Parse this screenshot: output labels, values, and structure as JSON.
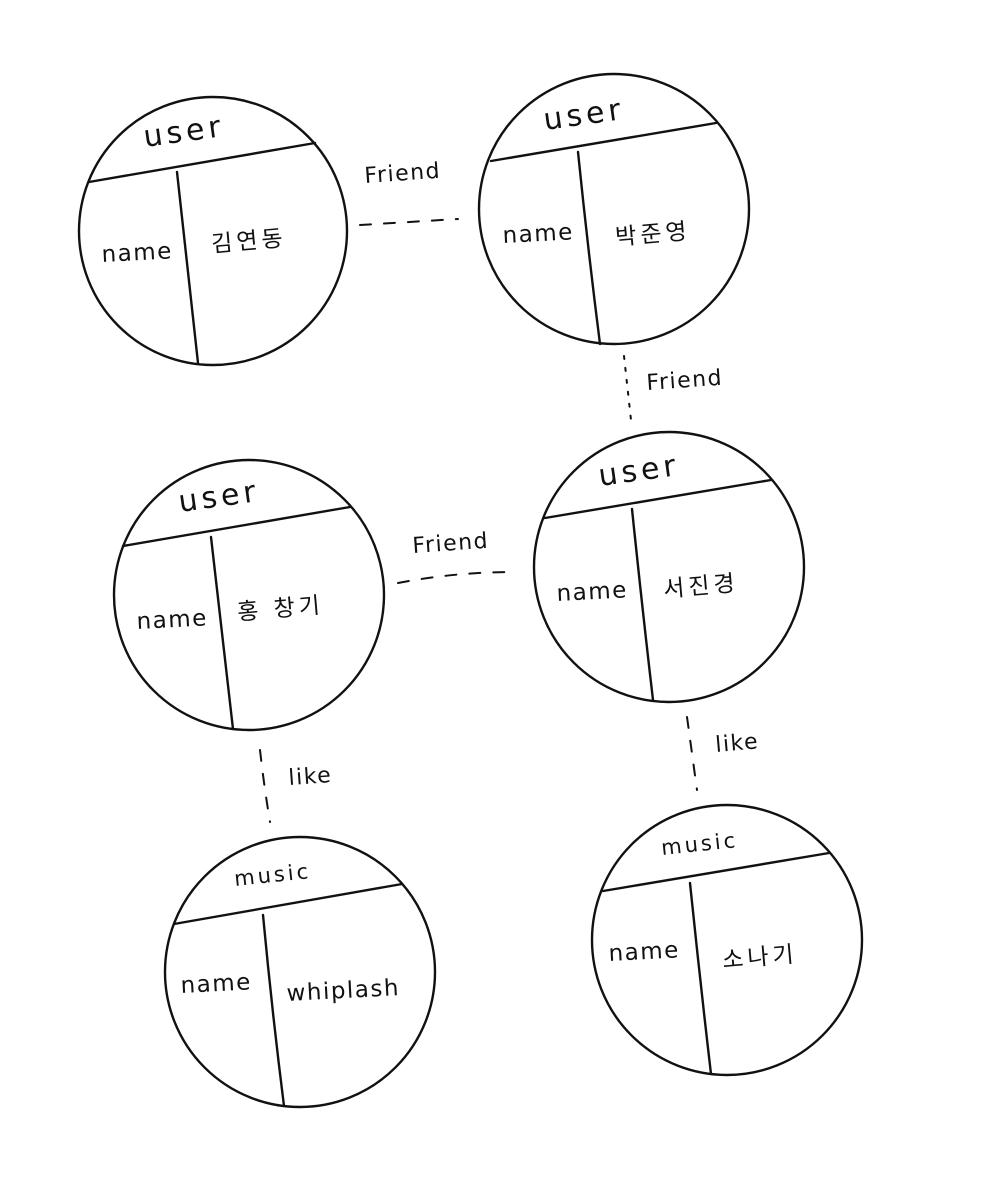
{
  "nodes": [
    {
      "id": "kim",
      "label": "user",
      "key": "name",
      "value": "김연동"
    },
    {
      "id": "park",
      "label": "user",
      "key": "name",
      "value": "박준영"
    },
    {
      "id": "hong",
      "label": "user",
      "key": "name",
      "value": "홍 창기"
    },
    {
      "id": "seo",
      "label": "user",
      "key": "name",
      "value": "서진경"
    },
    {
      "id": "whiplash",
      "label": "music",
      "key": "name",
      "value": "whiplash"
    },
    {
      "id": "sonagi",
      "label": "music",
      "key": "name",
      "value": "소나기"
    }
  ],
  "edges": [
    {
      "from": "kim",
      "to": "park",
      "label": "Friend"
    },
    {
      "from": "park",
      "to": "seo",
      "label": "Friend"
    },
    {
      "from": "hong",
      "to": "seo",
      "label": "Friend"
    },
    {
      "from": "hong",
      "to": "whiplash",
      "label": "like"
    },
    {
      "from": "seo",
      "to": "sonagi",
      "label": "like"
    }
  ]
}
